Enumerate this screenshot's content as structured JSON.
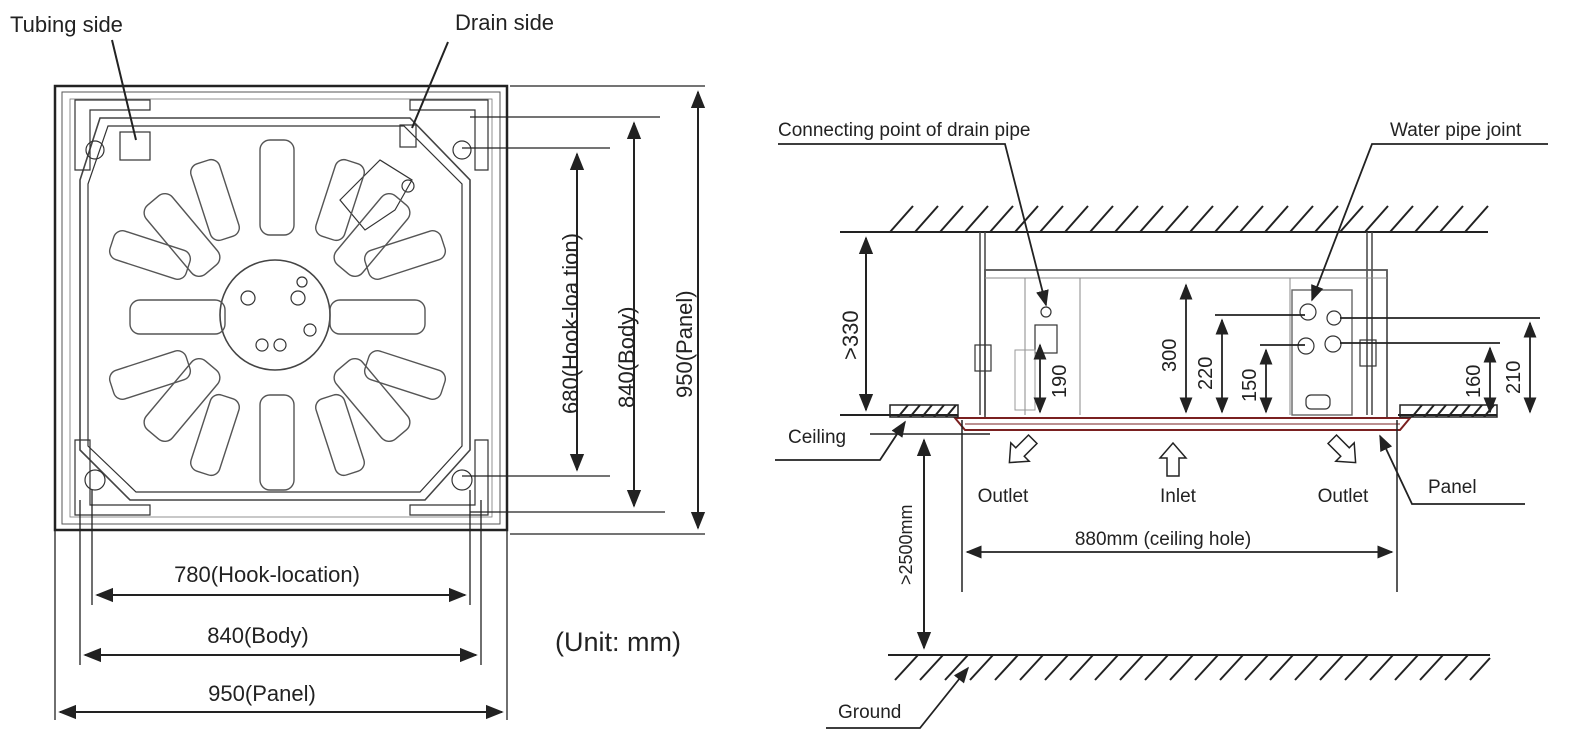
{
  "top_view": {
    "tubing_side": "Tubing side",
    "drain_side": "Drain side",
    "dim_hook_horizontal": "780(Hook-location)",
    "dim_body_horizontal": "840(Body)",
    "dim_panel_horizontal": "950(Panel)",
    "dim_hook_vertical": "680(Hook-loa tion)",
    "dim_body_vertical": "840(Body)",
    "dim_panel_vertical": "950(Panel)",
    "unit_note": "(Unit: mm)"
  },
  "side_view": {
    "drain_point": "Connecting point of drain pipe",
    "water_joint": "Water pipe joint",
    "dim_330": ">330",
    "dim_190": "190",
    "dim_300": "300",
    "dim_220": "220",
    "dim_150": "150",
    "dim_160": "160",
    "dim_210": "210",
    "ceiling": "Ceiling",
    "outlet_left": "Outlet",
    "inlet": "Inlet",
    "outlet_right": "Outlet",
    "panel": "Panel",
    "dim_2500": ">2500mm",
    "dim_ceiling_hole": "880mm (ceiling hole)",
    "ground": "Ground"
  }
}
